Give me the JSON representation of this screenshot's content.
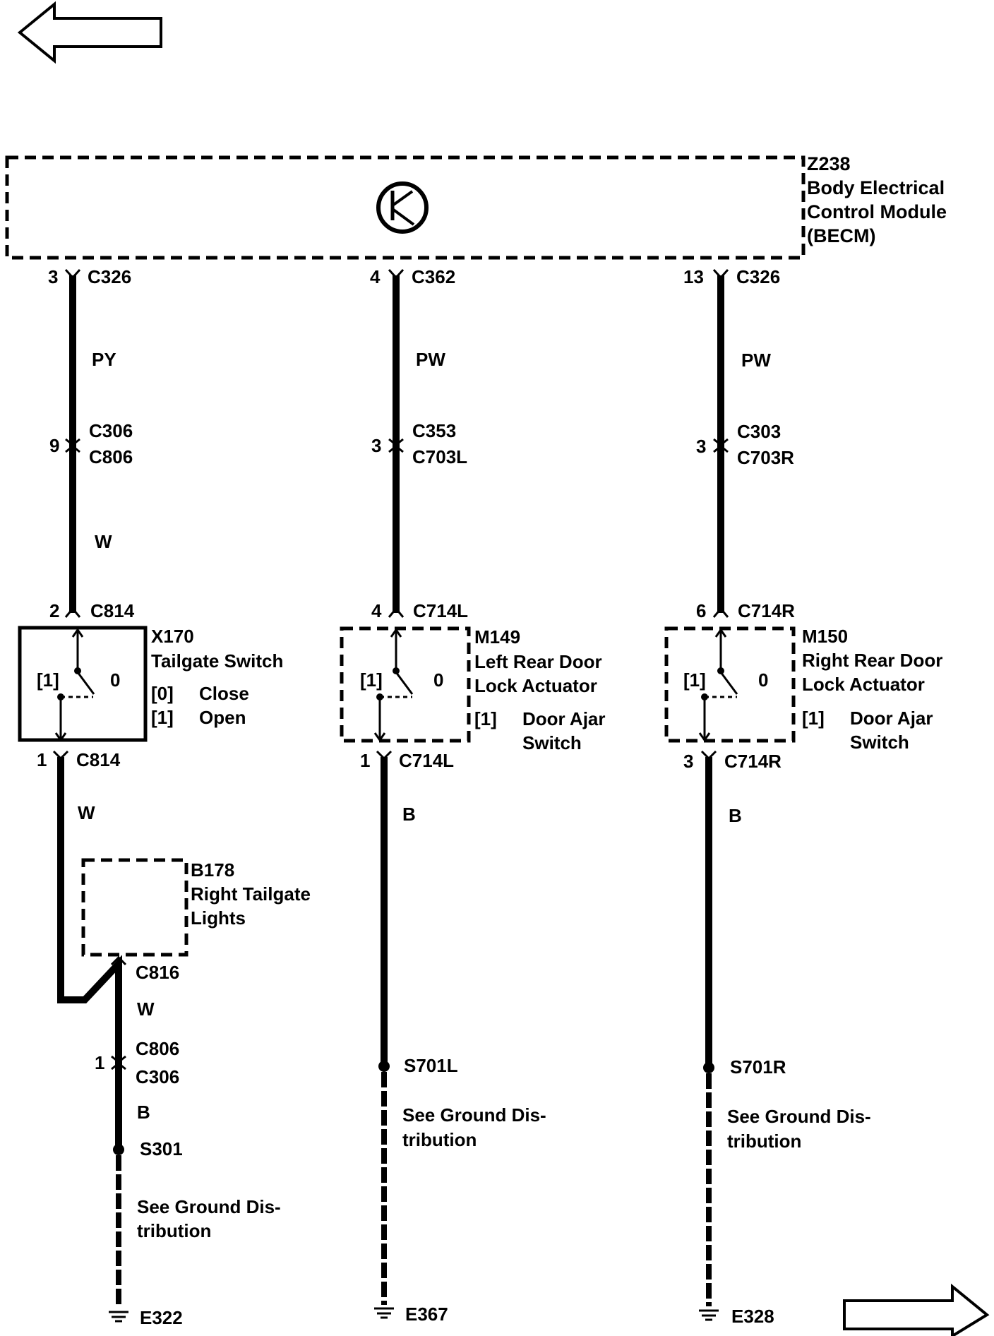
{
  "nav": {
    "prev_icon": "left-arrow-icon",
    "next_icon": "right-arrow-icon"
  },
  "module": {
    "id": "Z238",
    "name_line1": "Body Electrical",
    "name_line2": "Control Module",
    "name_line3": "(BECM)",
    "icon": "transistor-symbol-icon"
  },
  "circuits": {
    "left": {
      "top_pin": "3",
      "top_conn": "C326",
      "wire_top": "PY",
      "inline_pin": "9",
      "inline_conn_a": "C306",
      "inline_conn_b": "C806",
      "wire_mid": "W",
      "comp_pin_in": "2",
      "comp_conn_in": "C814",
      "comp_id": "X170",
      "comp_name": "Tailgate Switch",
      "state_closed_code": "[0]",
      "state_closed_label": "Close",
      "state_open_code": "[1]",
      "state_open_label": "Open",
      "switch_pos1": "[1]",
      "switch_pos0": "0",
      "comp_pin_out": "1",
      "comp_conn_out": "C814",
      "wire_after_switch": "W",
      "lights_id": "B178",
      "lights_name_line1": "Right Tailgate",
      "lights_name_line2": "Lights",
      "lights_conn": "C816",
      "wire_after_lights": "W",
      "inline2_pin": "1",
      "inline2_conn_a": "C806",
      "inline2_conn_b": "C306",
      "wire_bottom": "B",
      "splice": "S301",
      "ground_note_line1": "See Ground Dis-",
      "ground_note_line2": "tribution",
      "ground": "E322"
    },
    "middle": {
      "top_pin": "4",
      "top_conn": "C362",
      "wire_top": "PW",
      "inline_pin": "3",
      "inline_conn_a": "C353",
      "inline_conn_b": "C703L",
      "comp_pin_in": "4",
      "comp_conn_in": "C714L",
      "comp_id": "M149",
      "comp_name_line1": "Left Rear Door",
      "comp_name_line2": "Lock Actuator",
      "sub_code": "[1]",
      "sub_name_line1": "Door Ajar",
      "sub_name_line2": "Switch",
      "switch_pos1": "[1]",
      "switch_pos0": "0",
      "comp_pin_out": "1",
      "comp_conn_out": "C714L",
      "wire_bottom": "B",
      "splice": "S701L",
      "ground_note_line1": "See Ground Dis-",
      "ground_note_line2": "tribution",
      "ground": "E367"
    },
    "right": {
      "top_pin": "13",
      "top_conn": "C326",
      "wire_top": "PW",
      "inline_pin": "3",
      "inline_conn_a": "C303",
      "inline_conn_b": "C703R",
      "comp_pin_in": "6",
      "comp_conn_in": "C714R",
      "comp_id": "M150",
      "comp_name_line1": "Right Rear Door",
      "comp_name_line2": "Lock Actuator",
      "sub_code": "[1]",
      "sub_name_line1": "Door Ajar",
      "sub_name_line2": "Switch",
      "switch_pos1": "[1]",
      "switch_pos0": "0",
      "comp_pin_out": "3",
      "comp_conn_out": "C714R",
      "wire_bottom": "B",
      "splice": "S701R",
      "ground_note_line1": "See Ground Dis-",
      "ground_note_line2": "tribution",
      "ground": "E328"
    }
  }
}
